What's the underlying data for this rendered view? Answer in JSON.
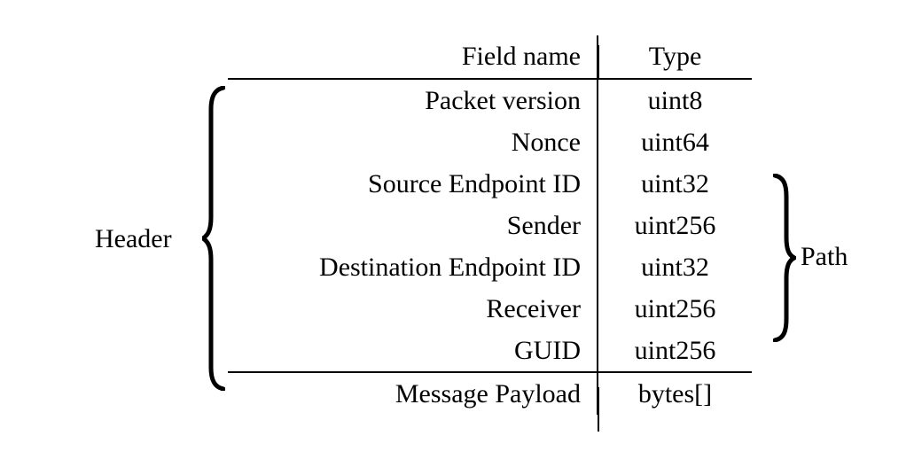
{
  "figure": {
    "name": "packet-structure-table",
    "background_color": "#ffffff",
    "rule_color": "#000000",
    "text_color": "#000000"
  },
  "table": {
    "columns": [
      "Field name",
      "Type"
    ],
    "rows": [
      {
        "field": "Packet version",
        "type": "uint8"
      },
      {
        "field": "Nonce",
        "type": "uint64"
      },
      {
        "field": "Source Endpoint ID",
        "type": "uint32"
      },
      {
        "field": "Sender",
        "type": "uint256"
      },
      {
        "field": "Destination Endpoint ID",
        "type": "uint32"
      },
      {
        "field": "Receiver",
        "type": "uint256"
      },
      {
        "field": "GUID",
        "type": "uint256"
      }
    ],
    "footer_row": {
      "field": "Message Payload",
      "type": "bytes[]"
    }
  },
  "annotations": {
    "header_group": {
      "label": "Header",
      "brace": "left-curly-brace",
      "covers": [
        "Packet version",
        "Nonce",
        "Source Endpoint ID",
        "Sender",
        "Destination Endpoint ID",
        "Receiver",
        "GUID"
      ]
    },
    "path_group": {
      "label": "Path",
      "brace": "right-curly-brace",
      "covers": [
        "Source Endpoint ID",
        "Sender",
        "Destination Endpoint ID",
        "Receiver"
      ]
    }
  }
}
